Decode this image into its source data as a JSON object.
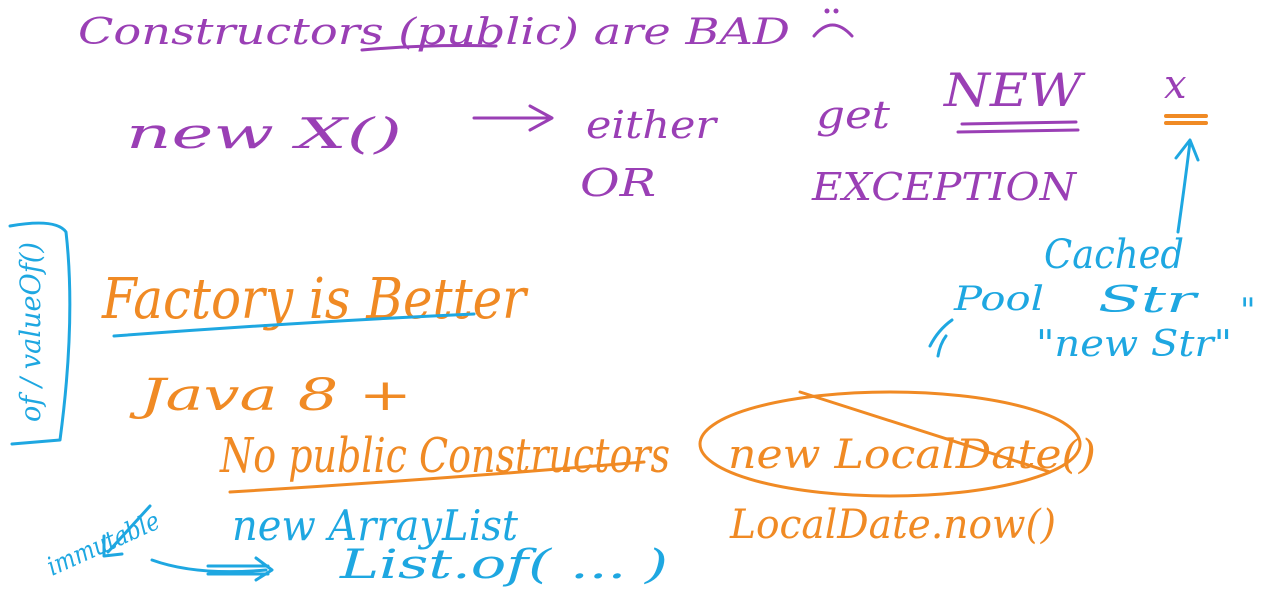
{
  "colors": {
    "purple": "#9a3fb5",
    "orange": "#f08a24",
    "blue": "#1ea7e1"
  },
  "purple_notes": {
    "line1": "Constructors (public) are BAD",
    "line2_new": "new X()",
    "line2_either": "either",
    "line2_get": "get",
    "line2_new_caps": "NEW",
    "line2_x": "x",
    "line3_or": "OR",
    "line3_exception": "EXCEPTION"
  },
  "orange_notes": {
    "factory": "Factory is Better",
    "java": "Java 8 +",
    "no_public": "No public Constructors",
    "new_localdate": "new LocalDate()",
    "localdate_now": "LocalDate.now()"
  },
  "blue_notes": {
    "side": "of / valueOf()",
    "cached": "Cached",
    "pool": "Pool",
    "str": "Str",
    "str_quote": "\"",
    "new_str": "\"new Str\"",
    "immutable": "immutable",
    "new_arraylist": "new ArrayList",
    "list_of": "List.of( ... )"
  }
}
